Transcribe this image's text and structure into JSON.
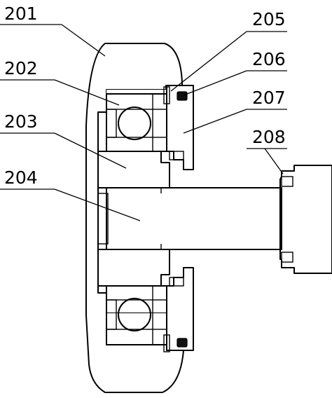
{
  "labels": {
    "l201": "201",
    "l202": "202",
    "l203": "203",
    "l204": "204",
    "l205": "205",
    "l206": "206",
    "l207": "207",
    "l208": "208"
  }
}
